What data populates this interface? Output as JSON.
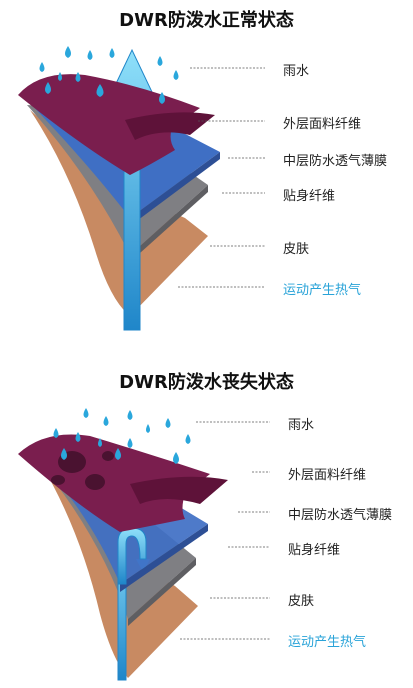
{
  "panels": [
    {
      "title": "DWR防泼水正常状态",
      "labels": [
        "雨水",
        "外层面料纤维",
        "中层防水透气薄膜",
        "贴身纤维",
        "皮肤",
        "运动产生热气"
      ]
    },
    {
      "title": "DWR防泼水丧失状态",
      "labels": [
        "雨水",
        "外层面料纤维",
        "中层防水透气薄膜",
        "贴身纤维",
        "皮肤",
        "运动产生热气"
      ]
    }
  ],
  "colors": {
    "skin": "#c88a62",
    "base_layer": "#7f7f83",
    "membrane": "#3f6fc4",
    "outer_fabric": "#7a1e4e",
    "water_drop": "#2aa7dc",
    "heat_arrow": "#55c3ec",
    "heat_label": "#29a3d8"
  }
}
